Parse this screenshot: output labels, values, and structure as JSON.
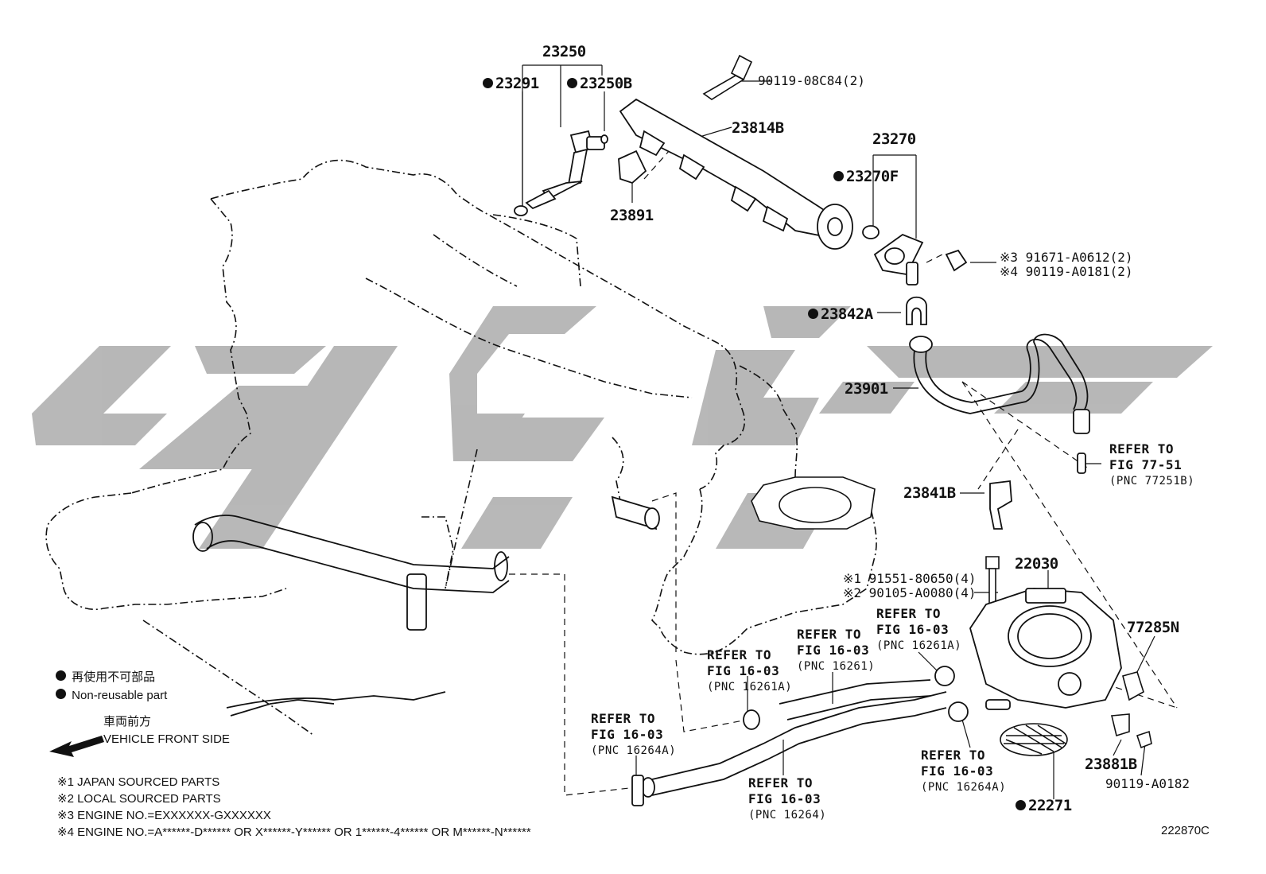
{
  "parts": {
    "p23250": "23250",
    "p23291": "23291",
    "p23250B": "23250B",
    "p90119_08C84": "90119-08C84(2)",
    "p23814B": "23814B",
    "p23891": "23891",
    "p23270": "23270",
    "p23270F": "23270F",
    "p91671": "※3 91671-A0612(2)",
    "p90119_A0181": "※4 90119-A0181(2)",
    "p23842A": "23842A",
    "p23901": "23901",
    "p23841B": "23841B",
    "p22030": "22030",
    "p91551": "※1 91551-80650(4)",
    "p90105": "※2 90105-A0080(4)",
    "p77285N": "77285N",
    "p23881B": "23881B",
    "p90119_A0182": "90119-A0182",
    "p22271": "22271"
  },
  "refs": {
    "r77_51": {
      "line1": "REFER TO",
      "line2": "FIG 77-51",
      "pnc": "(PNC 77251B)"
    },
    "r16261A_top": {
      "line1": "REFER TO",
      "line2": "FIG 16-03",
      "pnc": "(PNC 16261A)"
    },
    "r16261": {
      "line1": "REFER TO",
      "line2": "FIG 16-03",
      "pnc": "(PNC 16261)"
    },
    "r16261A_left": {
      "line1": "REFER TO",
      "line2": "FIG 16-03",
      "pnc": "(PNC 16261A)"
    },
    "r16264A_left": {
      "line1": "REFER TO",
      "line2": "FIG 16-03",
      "pnc": "(PNC 16264A)"
    },
    "r16264A_right": {
      "line1": "REFER TO",
      "line2": "FIG 16-03",
      "pnc": "(PNC 16264A)"
    },
    "r16264": {
      "line1": "REFER TO",
      "line2": "FIG 16-03",
      "pnc": "(PNC 16264)"
    }
  },
  "legend": {
    "nonreusable_jp": "再使用不可部品",
    "nonreusable_en": "Non-reusable part",
    "front_jp": "車両前方",
    "front_en": "VEHICLE FRONT SIDE"
  },
  "notes": [
    "※1 JAPAN SOURCED PARTS",
    "※2 LOCAL SOURCED PARTS",
    "※3 ENGINE NO.=EXXXXXX-GXXXXXX",
    "※4 ENGINE NO.=A******-D****** OR X******-Y****** OR 1******-4****** OR M******-N******"
  ],
  "figure_code": "222870C",
  "watermark_color": "#b4b4b4"
}
